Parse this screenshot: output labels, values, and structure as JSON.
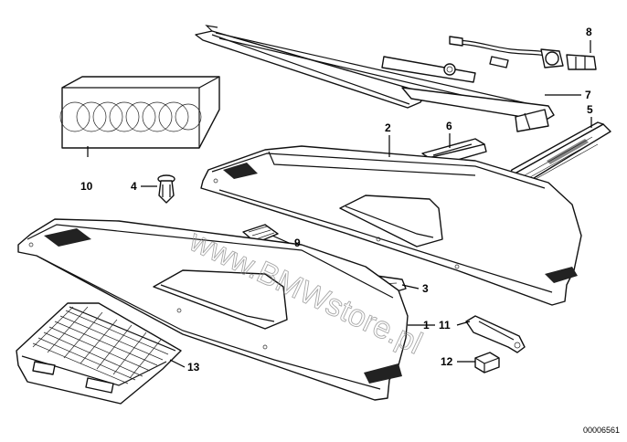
{
  "diagram": {
    "reference_number": "00006561",
    "watermark": "www.BMWstore.pl",
    "callouts": [
      "1",
      "2",
      "3",
      "4",
      "5",
      "6",
      "7",
      "8",
      "9",
      "10",
      "11",
      "12",
      "13"
    ]
  }
}
